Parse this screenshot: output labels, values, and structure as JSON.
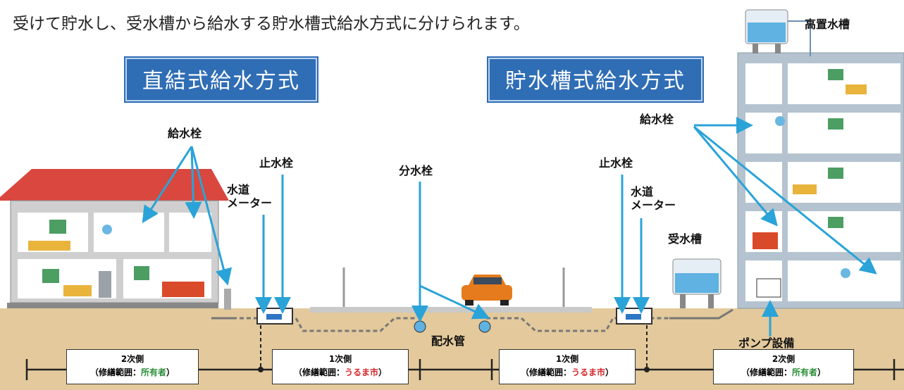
{
  "intro": "受けて貯水し、受水槽から給水する貯水槽式給水方式に分けられます。",
  "banners": {
    "direct": "直結式給水方式",
    "tank": "貯水槽式給水方式"
  },
  "labels": {
    "faucet_left": "給水栓",
    "stop_valve_left": "止水栓",
    "meter_left": "水道\nメーター",
    "branch_valve": "分水栓",
    "main_pipe": "配水管",
    "stop_valve_right": "止水栓",
    "meter_right": "水道\nメーター",
    "faucet_right": "給水栓",
    "receiving_tank": "受水槽",
    "elevated_tank": "高置水槽",
    "pump": "ポンプ設備"
  },
  "boxes": [
    {
      "title": "2次側",
      "prefix": "（修繕範囲：",
      "owner": "所有者",
      "suffix": "）",
      "kind": "own"
    },
    {
      "title": "1次側",
      "prefix": "（修繕範囲：",
      "owner": "うるま市",
      "suffix": "）",
      "kind": "city"
    },
    {
      "title": "1次側",
      "prefix": "（修繕範囲：",
      "owner": "うるま市",
      "suffix": "）",
      "kind": "city"
    },
    {
      "title": "2次側",
      "prefix": "（修繕範囲：",
      "owner": "所有者",
      "suffix": "）",
      "kind": "own"
    }
  ],
  "colors": {
    "banner": "#2f6db5",
    "arrow": "#2aa3d8",
    "ground": "#e3c99b",
    "roof": "#d9473f",
    "water": "#5fb2e2",
    "owner": "#2c8f3a",
    "city": "#d6262b"
  }
}
